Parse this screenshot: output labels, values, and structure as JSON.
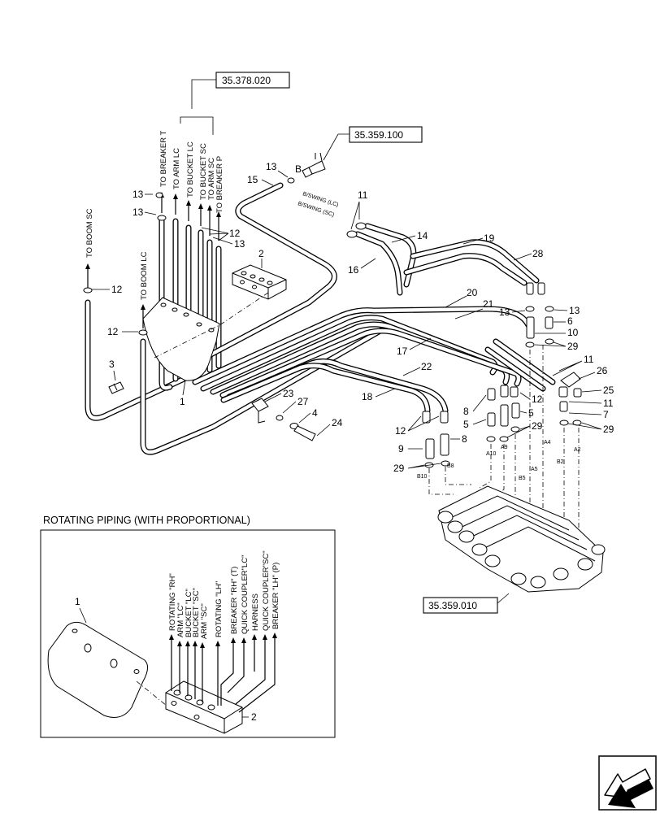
{
  "references": [
    "35.378.020",
    "35.359.100",
    "35.359.010"
  ],
  "inset_title": "ROTATING PIPING (WITH PROPORTIONAL)",
  "destination_labels": [
    "TO BOOM SC",
    "TO BOOM LC",
    "TO BREAKER T",
    "TO ARM LC",
    "TO BUCKET LC",
    "TO BUCKET SC",
    "TO ARM SC",
    "TO BREAKER P"
  ],
  "swing_labels": [
    "B/SWING (LC)",
    "B/SWING (SC)"
  ],
  "port_labels": [
    "A10",
    "A9",
    "A4",
    "A5",
    "B2",
    "A2",
    "B10",
    "B8",
    "B5",
    "B"
  ],
  "inset_labels": [
    "ROTATING \"RH\"",
    "ARM \"LC\"",
    "BUCKET \"LC\"",
    "BUCKET \"SC\"",
    "ARM \"SC\"",
    "ROTATING \"LH\"",
    "BREAKER \"RH\" (T)",
    "QUICK COUPLER\"LC\"",
    "HARNESS",
    "QUICK COUPLER\"SC\"",
    "BREAKER \"LH\" (P)"
  ],
  "callouts": [
    "1",
    "2",
    "3",
    "4",
    "5",
    "6",
    "7",
    "8",
    "9",
    "10",
    "11",
    "12",
    "13",
    "14",
    "15",
    "16",
    "17",
    "18",
    "19",
    "20",
    "21",
    "22",
    "23",
    "24",
    "25",
    "26",
    "27",
    "28",
    "29"
  ],
  "icons": [
    "next-page-arrow-icon"
  ]
}
